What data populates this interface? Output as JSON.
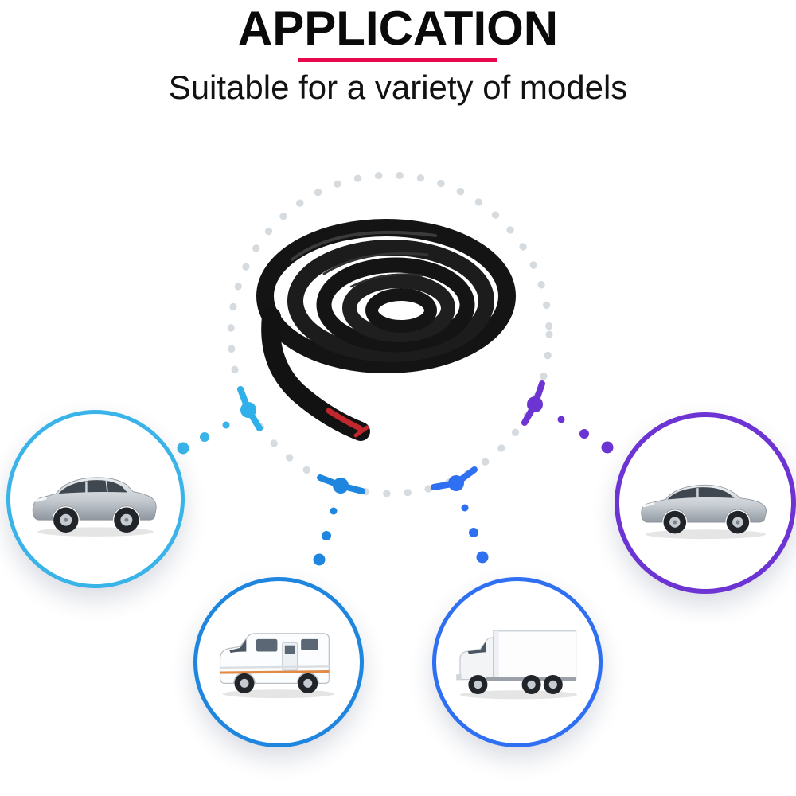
{
  "header": {
    "title": "APPLICATION",
    "subtitle": "Suitable for a variety of models"
  },
  "theme": {
    "accent_underline": "#e8094c",
    "ring_dot_color": "#d6dbe0",
    "node_colors": {
      "suv": "#2fb0e8",
      "motorhome": "#1f86e0",
      "box_truck": "#2f6ff2",
      "sedan": "#6d34d4"
    },
    "circle_border_colors": {
      "suv": "#39b3e8",
      "motorhome": "#1f86e0",
      "box_truck": "#2f6ff2",
      "sedan": "#6d34d4"
    }
  },
  "diagram": {
    "product_icon": "rubber-seal-strip-coil",
    "vehicle_icons": [
      "suv-icon",
      "motorhome-icon",
      "box-truck-icon",
      "sedan-icon"
    ]
  }
}
